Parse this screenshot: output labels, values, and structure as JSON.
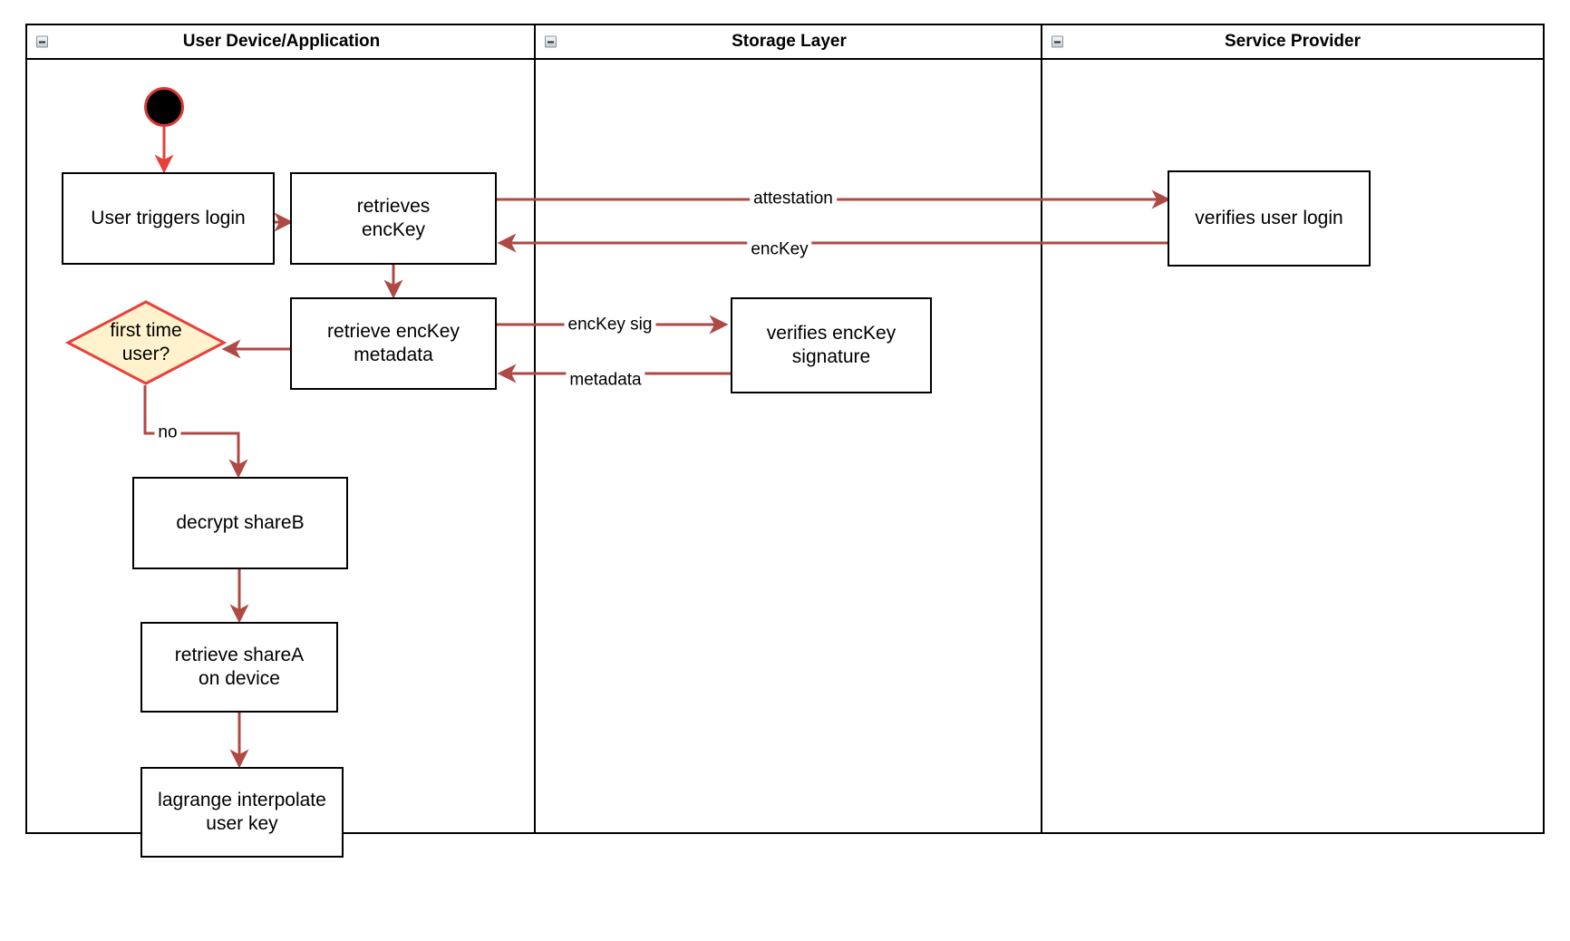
{
  "diagram": {
    "type": "uml-activity-swimlane",
    "title": "",
    "colors": {
      "pool_border": "#000000",
      "node_border": "#000000",
      "node_fill": "#ffffff",
      "edge": "#ae4a44",
      "start_edge": "#e8413a",
      "decision_fill": "#fff2cc",
      "decision_border": "#e8413a",
      "start_node_fill": "#000000",
      "start_node_ring": "#d43b36",
      "text": "#000000"
    },
    "lanes": [
      {
        "id": "user-device",
        "label": "User Device/Application",
        "collapse_icon": "minus-box-icon"
      },
      {
        "id": "storage-layer",
        "label": "Storage Layer",
        "collapse_icon": "minus-box-icon"
      },
      {
        "id": "service-provider",
        "label": "Service Provider",
        "collapse_icon": "minus-box-icon"
      }
    ],
    "nodes": [
      {
        "id": "start",
        "lane": "user-device",
        "shape": "start-circle",
        "label": ""
      },
      {
        "id": "user-triggers-login",
        "lane": "user-device",
        "shape": "activity",
        "label": "User triggers login"
      },
      {
        "id": "retrieves-enckey",
        "lane": "user-device",
        "shape": "activity",
        "label": "retrieves\nencKey",
        "line1": "retrieves",
        "line2": "encKey"
      },
      {
        "id": "retrieve-enckey-metadata",
        "lane": "user-device",
        "shape": "activity",
        "label": "retrieve encKey\nmetadata",
        "line1": "retrieve encKey",
        "line2": "metadata"
      },
      {
        "id": "first-time-user",
        "lane": "user-device",
        "shape": "decision",
        "label": "first time\nuser?",
        "line1": "first time",
        "line2": "user?"
      },
      {
        "id": "decrypt-shareb",
        "lane": "user-device",
        "shape": "activity",
        "label": "decrypt shareB"
      },
      {
        "id": "retrieve-sharea-on-device",
        "lane": "user-device",
        "shape": "activity",
        "label": "retrieve shareA\non device",
        "line1": "retrieve shareA",
        "line2": "on device"
      },
      {
        "id": "lagrange-interpolate-user-key",
        "lane": "user-device",
        "shape": "activity",
        "label": "lagrange interpolate\nuser key",
        "line1": "lagrange interpolate",
        "line2": "user key"
      },
      {
        "id": "verifies-enckey-signature",
        "lane": "storage-layer",
        "shape": "activity",
        "label": "verifies encKey\nsignature",
        "line1": "verifies encKey",
        "line2": "signature"
      },
      {
        "id": "verifies-user-login",
        "lane": "service-provider",
        "shape": "activity",
        "label": "verifies user login"
      }
    ],
    "edges": [
      {
        "id": "start-to-login",
        "from": "start",
        "to": "user-triggers-login",
        "label": ""
      },
      {
        "id": "login-to-retrieves",
        "from": "user-triggers-login",
        "to": "retrieves-enckey",
        "label": ""
      },
      {
        "id": "retrieves-to-verifies-login",
        "from": "retrieves-enckey",
        "to": "verifies-user-login",
        "label": "attestation"
      },
      {
        "id": "verifies-login-to-retrieves",
        "from": "verifies-user-login",
        "to": "retrieves-enckey",
        "label": "encKey"
      },
      {
        "id": "retrieves-to-metadata",
        "from": "retrieves-enckey",
        "to": "retrieve-enckey-metadata",
        "label": ""
      },
      {
        "id": "metadata-to-verifies-sig",
        "from": "retrieve-enckey-metadata",
        "to": "verifies-enckey-signature",
        "label": "encKey sig"
      },
      {
        "id": "verifies-sig-to-metadata",
        "from": "verifies-enckey-signature",
        "to": "retrieve-enckey-metadata",
        "label": "metadata"
      },
      {
        "id": "metadata-to-decision",
        "from": "retrieve-enckey-metadata",
        "to": "first-time-user",
        "label": ""
      },
      {
        "id": "decision-to-decrypt",
        "from": "first-time-user",
        "to": "decrypt-shareb",
        "label": "no"
      },
      {
        "id": "decrypt-to-retrieve-sharea",
        "from": "decrypt-shareb",
        "to": "retrieve-sharea-on-device",
        "label": ""
      },
      {
        "id": "retrieve-sharea-to-lagrange",
        "from": "retrieve-sharea-on-device",
        "to": "lagrange-interpolate-user-key",
        "label": ""
      }
    ],
    "edge_labels": {
      "attestation": "attestation",
      "enckey": "encKey",
      "enckey_sig": "encKey sig",
      "metadata": "metadata",
      "no": "no"
    }
  }
}
